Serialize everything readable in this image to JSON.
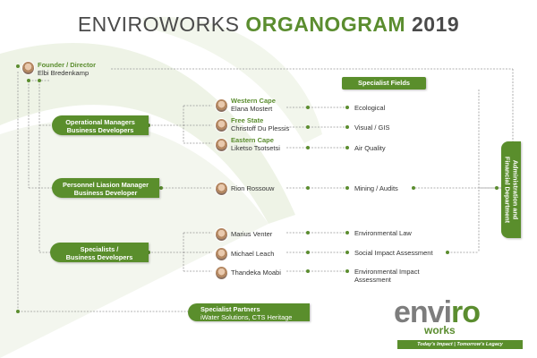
{
  "title": {
    "brand": "ENVIROWORKS",
    "highlight": "ORGANOGRAM",
    "year": "2019"
  },
  "founder": {
    "role": "Founder / Director",
    "name": "Elbi Bredenkamp"
  },
  "specialist_fields_label": "Specialist Fields",
  "operational": {
    "line1": "Operational Managers",
    "line2": "Business Developers"
  },
  "regions": [
    {
      "region": "Western Cape",
      "name": "Elana Mostert",
      "field": "Ecological"
    },
    {
      "region": "Free State",
      "name": "Christoff Du Plessis",
      "field": "Visual / GIS"
    },
    {
      "region": "Eastern Cape",
      "name": "Liketso Tsotsetsi",
      "field": "Air Quality"
    }
  ],
  "liaison": {
    "line1": "Personnel Liasion Manager",
    "line2": "Business Developer",
    "name": "Rion Rossouw",
    "field": "Mining / Audits"
  },
  "specialists": {
    "line1": "Specialists /",
    "line2": "Business Developers",
    "people": [
      {
        "name": "Marius Venter",
        "field": "Environmental Law"
      },
      {
        "name": "Michael Leach",
        "field": "Social Impact Assessment"
      },
      {
        "name": "Thandeka Moabi",
        "field_line1": "Environmental Impact",
        "field_line2": "Assessment"
      }
    ]
  },
  "partners": {
    "line1": "Specialist Partners",
    "line2": "iWater Solutions, CTS Heritage"
  },
  "admin": {
    "line1": "Administration and",
    "line2": "Financial Department"
  },
  "logo": {
    "word_a": "envi",
    "word_b": "r",
    "word_c": "o",
    "sub": "works",
    "tagline": "Today's Impact | Tomorrow's Legacy"
  },
  "colors": {
    "green": "#5a8e2c",
    "dark_text": "#4a4a4a",
    "line": "#9a9a9a"
  }
}
